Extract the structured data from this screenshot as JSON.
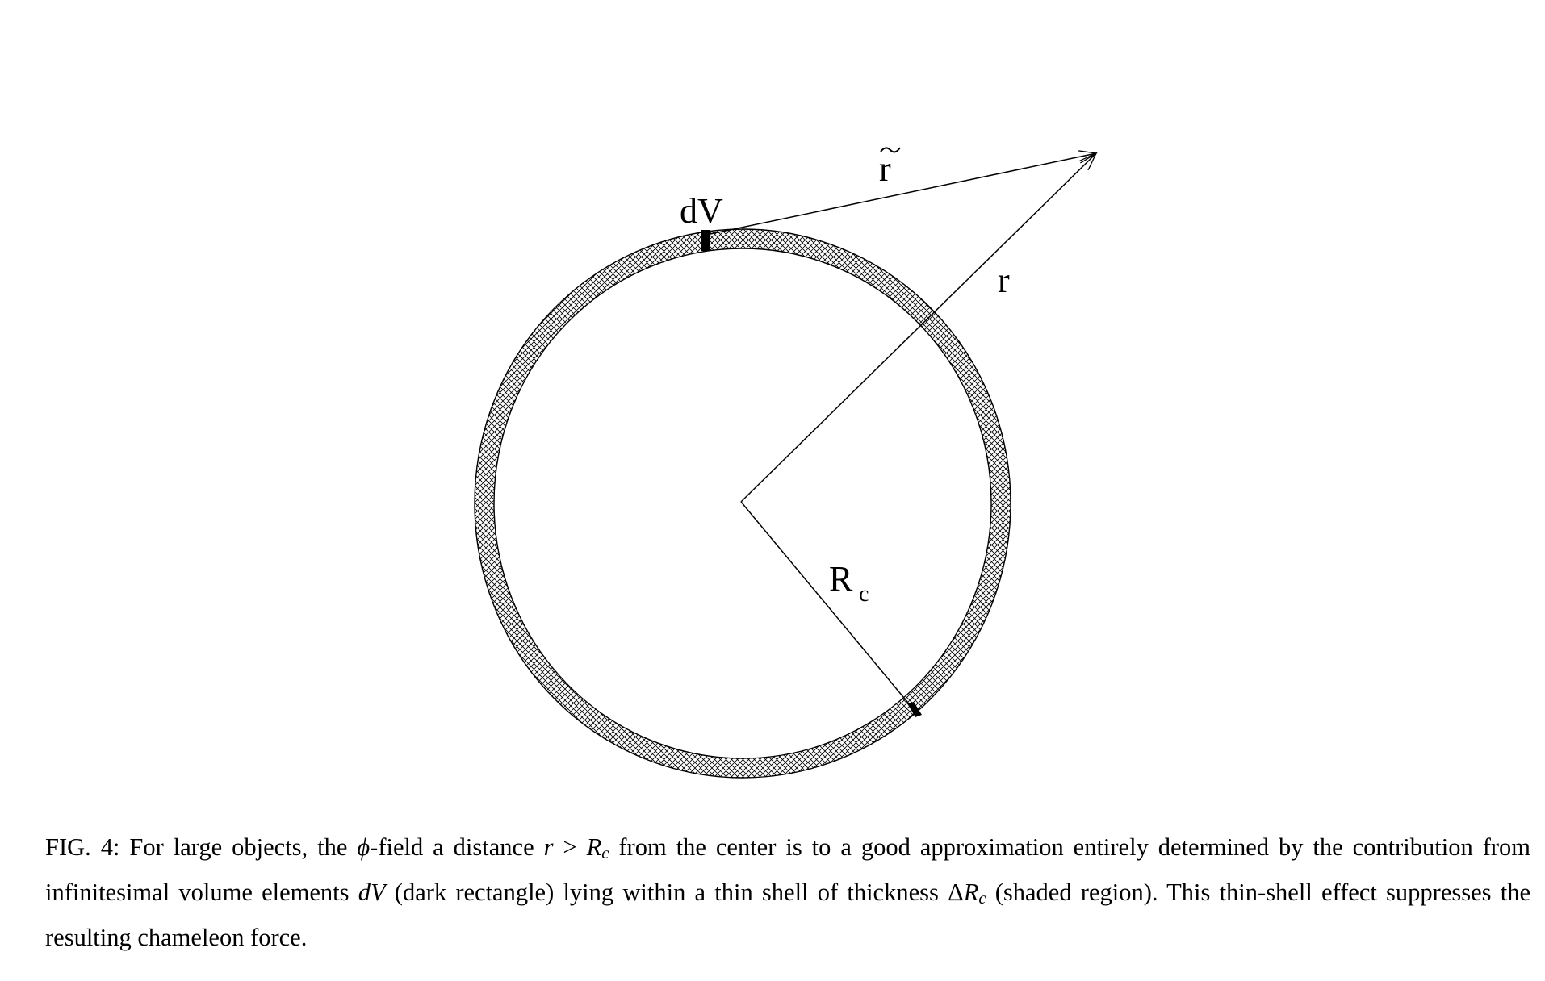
{
  "diagram": {
    "labels": {
      "volume_element": "dV",
      "r_tilde": "r",
      "r": "r",
      "radius_main": "R",
      "radius_sub": "c"
    },
    "colors": {
      "stroke": "#000000",
      "background": "#ffffff",
      "dark_rectangle": "#000000"
    }
  },
  "caption": {
    "fig_label": "FIG. 4:",
    "part1": " For large objects, the ",
    "phi": "ϕ",
    "part2": "-field a distance ",
    "r_var": "r",
    "gt": " > ",
    "R_var": "R",
    "R_sub": "c",
    "part3": " from the center is to a good approximation entirely determined by the contribution from infinitesimal volume elements ",
    "dV_var": "dV",
    "part4": " (dark rectangle) lying within a thin shell of thickness Δ",
    "R_var2": "R",
    "R_sub2": "c",
    "part5": " (shaded region). This thin-shell effect suppresses the resulting chameleon force."
  }
}
